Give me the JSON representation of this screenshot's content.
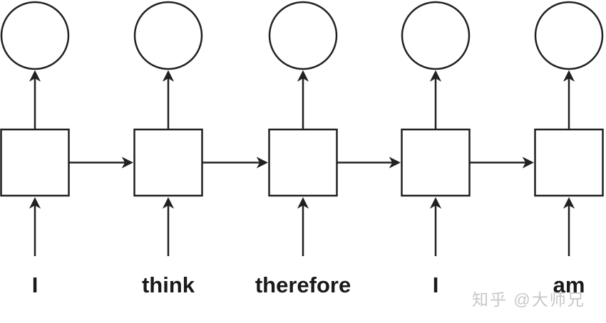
{
  "diagram": {
    "kind": "unrolled-rnn",
    "sentence": "I think therefore I am",
    "words": [
      "I",
      "think",
      "therefore",
      "I",
      "am"
    ],
    "timestep_count": 5,
    "node_shapes": {
      "input": "word",
      "hidden": "square",
      "output": "circle"
    },
    "edges": [
      {
        "from": "input-word",
        "to": "hidden-square",
        "arrow": "up"
      },
      {
        "from": "hidden-square",
        "to": "output-circle",
        "arrow": "up"
      },
      {
        "from": "hidden-square",
        "to": "next-hidden-square",
        "arrow": "right"
      }
    ],
    "colors": {
      "stroke": "#212121",
      "node_fill": "#ffffff",
      "word_text": "#1a1a1a",
      "background": "#ffffff"
    }
  },
  "watermark": {
    "text": "知乎 @大师兄",
    "color": "#c7c7c7"
  }
}
